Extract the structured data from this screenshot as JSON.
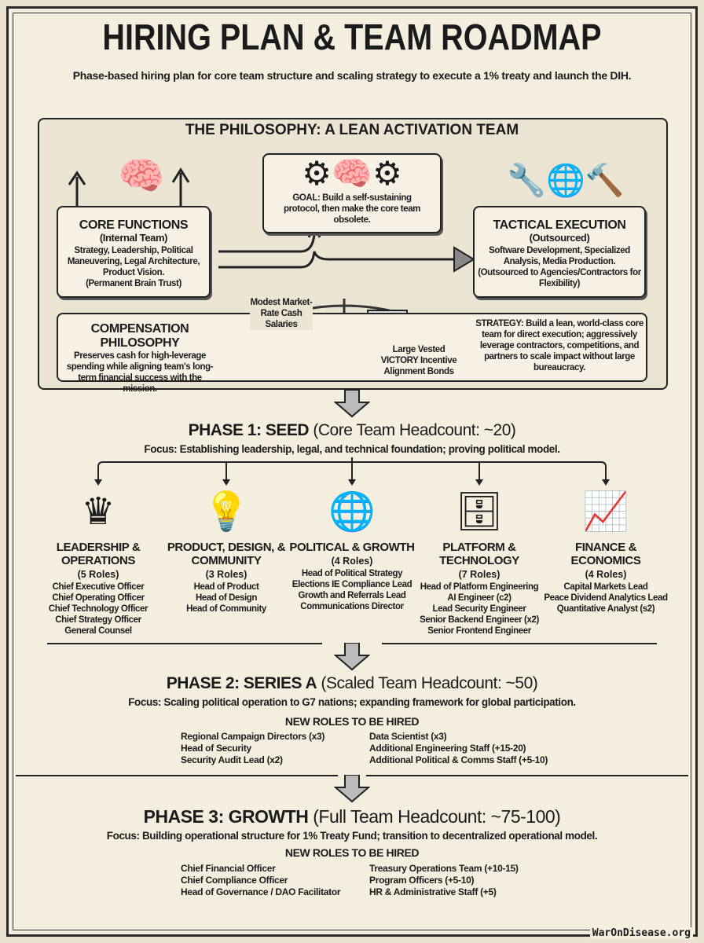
{
  "title": "HIRING PLAN & TEAM ROADMAP",
  "subtitle": "Phase-based hiring plan for core team structure and scaling strategy to execute a 1% treaty and launch the DIH.",
  "philosophy": {
    "title": "THE PHILOSOPHY: A LEAN ACTIVATION TEAM",
    "goal": "GOAL: Build a self-sustaining protocol, then make the core team obsolete.",
    "core": {
      "title": "CORE FUNCTIONS",
      "subtitle": "(Internal Team)",
      "body": "Strategy, Leadership, Political Maneuvering, Legal Architecture, Product Vision.",
      "note": "(Permanent Brain Trust)"
    },
    "tactical": {
      "title": "TACTICAL EXECUTION",
      "subtitle": "(Outsourced)",
      "body": "Software Development, Specialized Analysis, Media Production.",
      "note": "(Outsourced to Agencies/Contractors for Flexibility)"
    },
    "comp": {
      "title": "COMPENSATION PHILOSOPHY",
      "body": "Preserves cash for high-leverage spending while aligning team's long-term financial success with the mission."
    },
    "scale_left": "Modest Market-Rate Cash Salaries",
    "scale_right": "Large Vested VICTORY Incentive Alignment Bonds",
    "strategy": "STRATEGY: Build a lean, world-class core team for direct execution; aggressively leverage contractors, competitions, and partners to scale impact without large bureaucracy."
  },
  "phase1": {
    "title": "PHASE 1: SEED",
    "headcount": "(Core Team Headcount: ~20)",
    "focus": "Focus: Establishing leadership, legal, and technical foundation; proving political model.",
    "columns": [
      {
        "icon": "crown-icon",
        "glyph": "♛",
        "title": "LEADERSHIP & OPERATIONS",
        "count": "(5 Roles)",
        "roles": [
          "Chief Executive Officer",
          "Chief Operating Officer",
          "Chief Technology Officer",
          "Chief Strategy Officer",
          "General Counsel"
        ]
      },
      {
        "icon": "lightbulb-icon",
        "glyph": "💡",
        "title": "PRODUCT, DESIGN, & COMMUNITY",
        "count": "(3 Roles)",
        "roles": [
          "Head of Product",
          "Head of Design",
          "Head of Community"
        ]
      },
      {
        "icon": "globe-megaphone-icon",
        "glyph": "🌐",
        "title": "POLITICAL & GROWTH",
        "count": "(4 Roles)",
        "roles": [
          "Head of Political Strategy",
          "Elections IE Compliance Lead",
          "Growth and Referrals Lead",
          "Communications Director"
        ]
      },
      {
        "icon": "server-icon",
        "glyph": "🗄",
        "title": "PLATFORM & TECHNOLOGY",
        "count": "(7 Roles)",
        "roles": [
          "Head of Platform Engineering",
          "AI Engineer (c2)",
          "Lead Security Engineer",
          "Senior Backend Engineer (x2)",
          "Senior Frontend Engineer"
        ]
      },
      {
        "icon": "chart-growth-icon",
        "glyph": "📈",
        "title": "FINANCE & ECONOMICS",
        "count": "(4 Roles)",
        "roles": [
          "Capital Markets Lead",
          "Peace Dividend Analytics Lead",
          "Quantitative Analyst (s2)"
        ]
      }
    ]
  },
  "phase2": {
    "title": "PHASE 2: SERIES A",
    "headcount": "(Scaled Team Headcount: ~50)",
    "focus": "Focus: Scaling political operation to G7 nations; expanding framework for global participation.",
    "new_roles_label": "NEW ROLES TO BE HIRED",
    "left": [
      "Regional Campaign Directors (x3)",
      "Head of Security",
      "Security Audit Lead (x2)"
    ],
    "right": [
      "Data Scientist (x3)",
      "Additional Engineering Staff (+15-20)",
      "Additional Political & Comms Staff (+5-10)"
    ]
  },
  "phase3": {
    "title": "PHASE 3: GROWTH",
    "headcount": "(Full Team Headcount: ~75-100)",
    "focus": "Focus: Building operational structure for 1% Treaty Fund; transition to decentralized operational model.",
    "new_roles_label": "NEW ROLES TO BE HIRED",
    "left": [
      "Chief Financial Officer",
      "Chief Compliance Officer",
      "Head of Governance / DAO Facilitator"
    ],
    "right": [
      "Treasury Operations Team (+10-15)",
      "Program Officers (+5-10)",
      "HR & Administrative Staff (+5)"
    ]
  },
  "footer": "WarOnDisease.org"
}
